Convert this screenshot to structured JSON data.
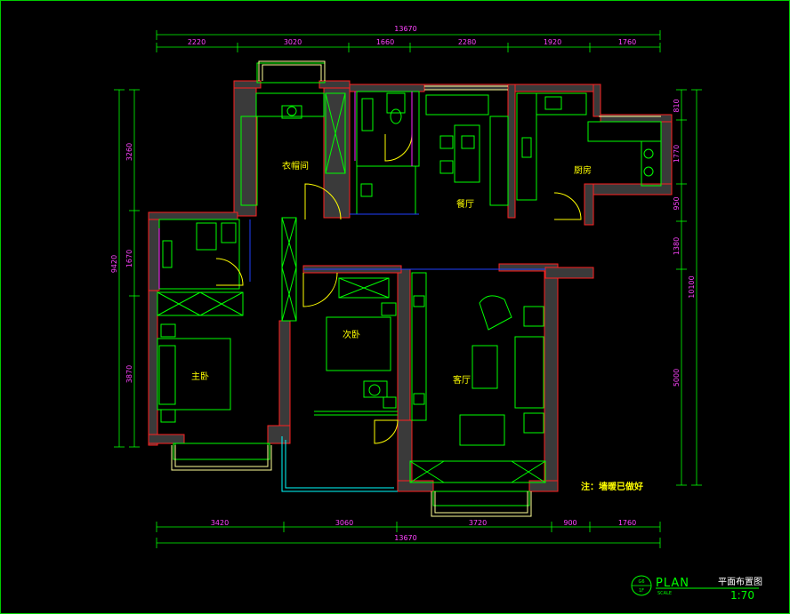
{
  "dimensions": {
    "top_total": "13670",
    "top": [
      "2220",
      "3020",
      "1660",
      "2280",
      "1920",
      "1760"
    ],
    "bottom_total": "13670",
    "bottom": [
      "3420",
      "3060",
      "3720",
      "900",
      "1760"
    ],
    "left_total": "9420",
    "left": [
      "3260",
      "1670",
      "3870"
    ],
    "right_total": "10100",
    "right": [
      "810",
      "1770",
      "950",
      "1380",
      "5000"
    ]
  },
  "rooms": {
    "cloakroom": "衣帽间",
    "dining": "餐厅",
    "kitchen": "厨房",
    "master_bedroom": "主卧",
    "second_bedroom": "次卧",
    "living_room": "客厅"
  },
  "note": "注：墙暖已做好",
  "title_block": {
    "plan": "PLAN",
    "scale_word": "SCALE",
    "scale": "1:70",
    "drawing_title": "平面布置图",
    "badge_top": "G6",
    "badge_bottom": "1F"
  }
}
